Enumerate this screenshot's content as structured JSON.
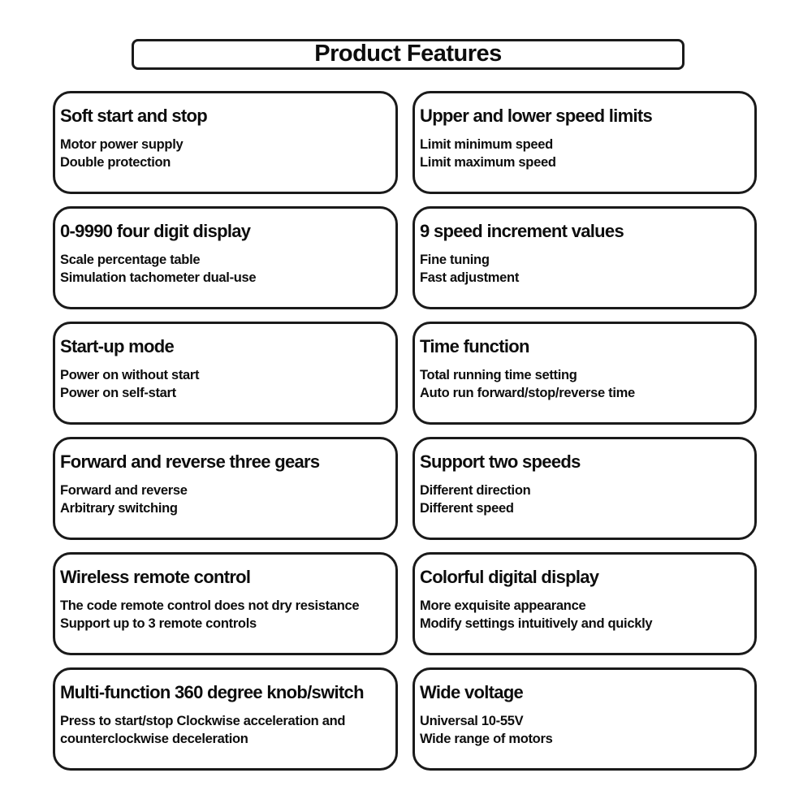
{
  "page": {
    "title": "Product Features",
    "background_color": "#ffffff",
    "border_color": "#1a1a1a",
    "text_color": "#0d0d0d"
  },
  "cards": [
    {
      "title": "Soft start and stop",
      "lines": [
        "Motor power supply",
        "Double protection"
      ]
    },
    {
      "title": "Upper and lower speed limits",
      "lines": [
        "Limit minimum speed",
        "Limit maximum speed"
      ]
    },
    {
      "title": "0-9990 four digit display",
      "lines": [
        "Scale percentage table",
        "Simulation tachometer dual-use"
      ]
    },
    {
      "title": "9 speed increment values",
      "lines": [
        "Fine tuning",
        "Fast adjustment"
      ]
    },
    {
      "title": "Start-up mode",
      "lines": [
        "Power on without start",
        "Power on self-start"
      ]
    },
    {
      "title": "Time function",
      "lines": [
        "Total running time setting",
        "Auto run forward/stop/reverse time"
      ]
    },
    {
      "title": "Forward and reverse three gears",
      "lines": [
        "Forward and reverse",
        "Arbitrary switching"
      ]
    },
    {
      "title": "Support two speeds",
      "lines": [
        "Different direction",
        "Different speed"
      ]
    },
    {
      "title": "Wireless remote control",
      "lines": [
        "The code remote control does not dry resistance",
        "Support up to 3 remote controls"
      ]
    },
    {
      "title": "Colorful digital display",
      "lines": [
        "More exquisite appearance",
        "Modify settings intuitively and quickly"
      ]
    },
    {
      "title": "Multi-function 360 degree knob/switch",
      "lines": [
        "Press to start/stop Clockwise acceleration and",
        "counterclockwise deceleration"
      ]
    },
    {
      "title": "Wide voltage",
      "lines": [
        "Universal 10-55V",
        "Wide range of motors"
      ]
    }
  ]
}
